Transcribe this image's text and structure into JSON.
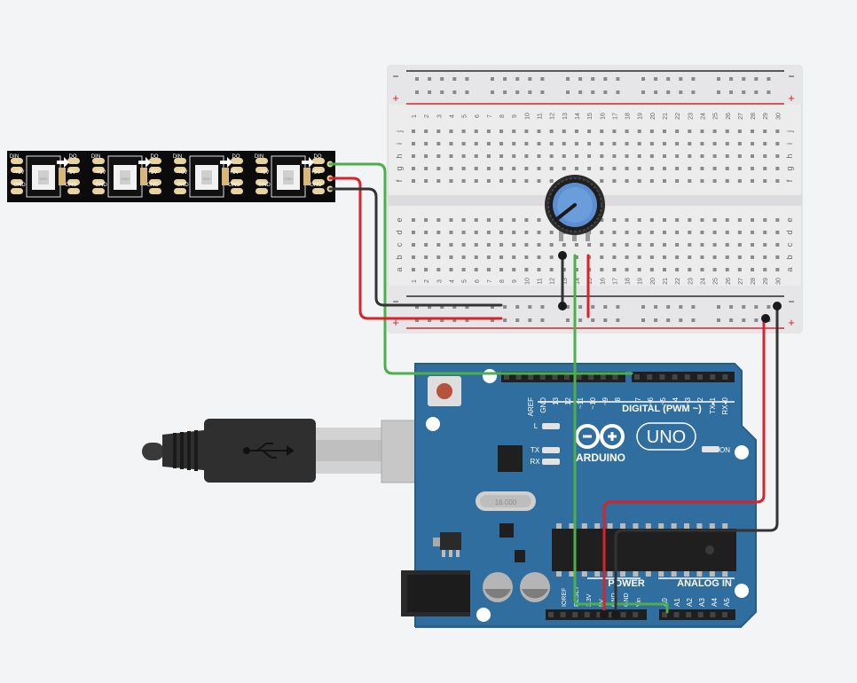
{
  "colors": {
    "background": "#f3f4f6",
    "breadboard": "#ededee",
    "breadboard_hole": "#8a8a8a",
    "rail_red": "#d8232a",
    "rail_black": "#2b2b2b",
    "arduino_blue": "#2f6e9e",
    "wire_green": "#4cb04a",
    "wire_red": "#d8232a",
    "wire_black": "#333333",
    "led_strip": "#0b0b0b",
    "pot_knob": "#5b8fd1"
  },
  "breadboard": {
    "rail_minus": "−",
    "rail_plus": "+",
    "row_letters_top": [
      "j",
      "i",
      "h",
      "g",
      "f"
    ],
    "row_letters_bottom": [
      "e",
      "d",
      "c",
      "b",
      "a"
    ],
    "column_numbers": [
      "1",
      "2",
      "3",
      "4",
      "5",
      "6",
      "7",
      "8",
      "9",
      "10",
      "11",
      "12",
      "13",
      "14",
      "15",
      "16",
      "17",
      "18",
      "19",
      "20",
      "21",
      "22",
      "23",
      "24",
      "25",
      "26",
      "27",
      "28",
      "29",
      "30"
    ]
  },
  "led_strip": {
    "pad_labels": {
      "din": "DIN",
      "do": "DO",
      "plus5v": "+5V",
      "gnd": "GND"
    },
    "chip_mark": "5050",
    "segments": 4
  },
  "arduino": {
    "brand": "ARDUINO",
    "model": "UNO",
    "digital_header_label": "DIGITAL (PWM ~)",
    "digital_pins": [
      "AREF",
      "GND",
      "13",
      "12",
      "~11",
      "~10",
      "~9",
      "8",
      "7",
      "~6",
      "~5",
      "4",
      "~3",
      "2",
      "TX▸1",
      "RX◂0"
    ],
    "power_label": "POWER",
    "power_pins": [
      "IOREF",
      "RESET",
      "3.3V",
      "5V",
      "GND",
      "GND",
      "Vin"
    ],
    "analog_label": "ANALOG IN",
    "analog_pins": [
      "A0",
      "A1",
      "A2",
      "A3",
      "A4",
      "A5"
    ],
    "led_labels": {
      "l": "L",
      "tx": "TX",
      "rx": "RX",
      "on": "ON"
    },
    "crystal_mark": "16.000"
  },
  "usb_cable": {
    "connector": "usb-b"
  }
}
